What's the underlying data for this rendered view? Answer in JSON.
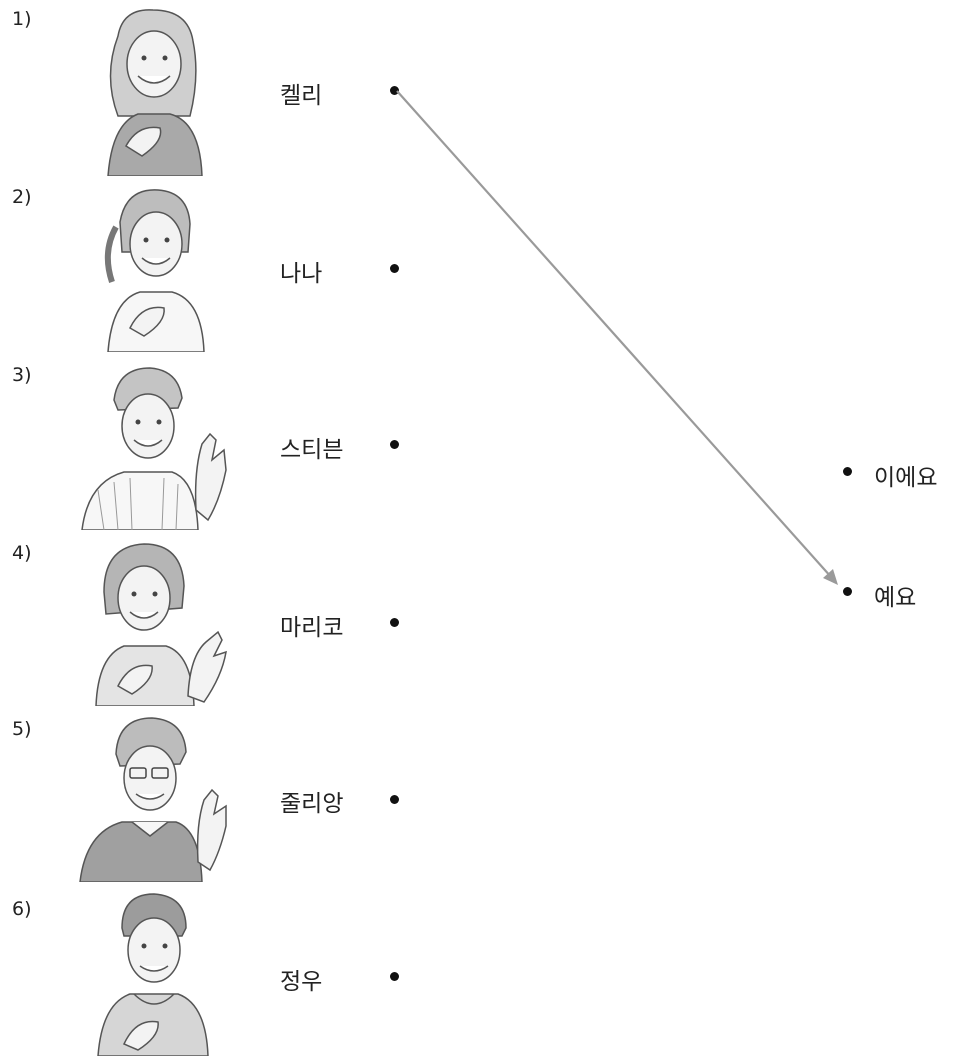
{
  "rows": [
    {
      "number": "1)",
      "name": "켈리",
      "figure": "woman-long-wavy-hair-hand-on-chest"
    },
    {
      "number": "2)",
      "name": "나나",
      "figure": "woman-ponytail-hand-on-chest"
    },
    {
      "number": "3)",
      "name": "스티븐",
      "figure": "man-striped-shirt-waving"
    },
    {
      "number": "4)",
      "name": "마리코",
      "figure": "woman-bob-hair-gesturing"
    },
    {
      "number": "5)",
      "name": "줄리앙",
      "figure": "man-glasses-sweater-waving"
    },
    {
      "number": "6)",
      "name": "정우",
      "figure": "man-hoodie-hand-on-chest"
    }
  ],
  "endings": [
    "이에요",
    "예요"
  ],
  "connection": {
    "from_name": "켈리",
    "to_ending": "예요"
  },
  "colors": {
    "line": "#9a9a9a",
    "ink": "#111111",
    "skin": "#f3f3f3",
    "sketch": "#555555"
  }
}
